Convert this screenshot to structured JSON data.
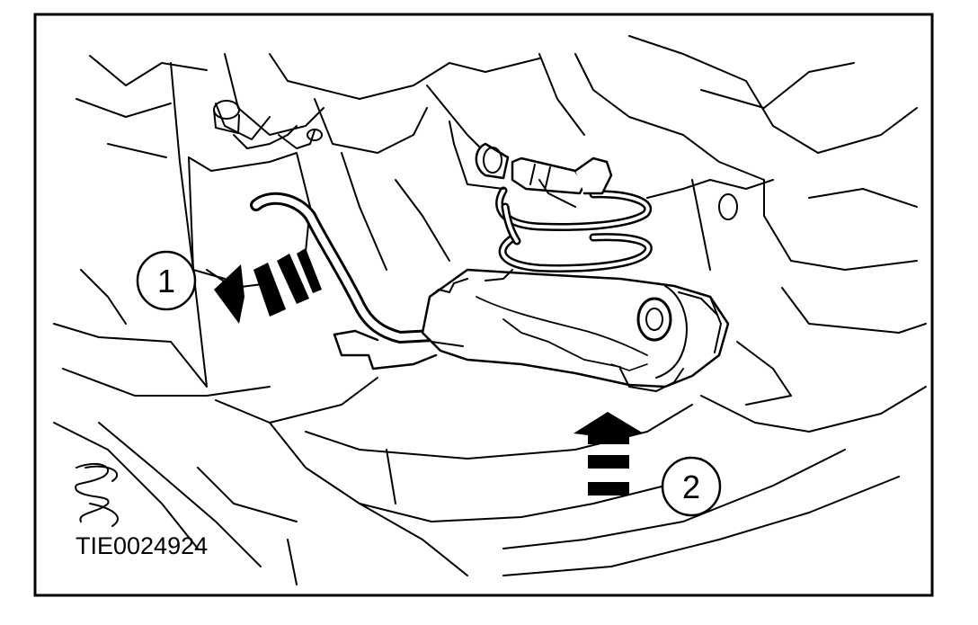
{
  "figure": {
    "reference_code": "TIE0024924",
    "callouts": [
      {
        "id": "1",
        "label": "1"
      },
      {
        "id": "2",
        "label": "2"
      }
    ],
    "colors": {
      "line": "#000000",
      "background": "#ffffff"
    }
  }
}
